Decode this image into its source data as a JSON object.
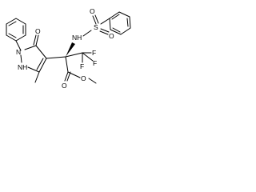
{
  "structure": {
    "atoms": {
      "carbonyl_o": "O",
      "ring_nh": "NH",
      "ring_n": "N",
      "sulfonamide_nh": "NH",
      "sulfur": "S",
      "sulfonyl_o1": "O",
      "sulfonyl_o2": "O",
      "fluorine_1": "F",
      "fluorine_2": "F",
      "fluorine_3": "F",
      "ester_o_carbonyl": "O",
      "ester_o_ether": "O"
    }
  },
  "colors": {
    "bond": "#000000",
    "background": "#ffffff"
  }
}
